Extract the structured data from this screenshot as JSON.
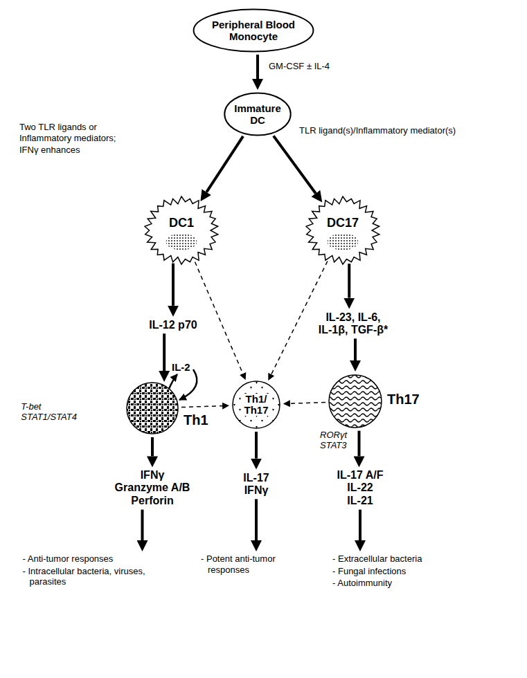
{
  "diagram": {
    "nodes": [
      {
        "text": [
          "Peripheral Blood Monocyte"
        ]
      },
      {
        "text": [
          "Immature DC"
        ]
      },
      {
        "text": [
          "DC1"
        ]
      },
      {
        "text": [
          "DC17"
        ]
      },
      {
        "text": [
          "IL-12 p70"
        ]
      },
      {
        "text": [
          "IL-23, IL-6, IL-1β, TGF-β*"
        ]
      },
      {
        "text": [
          "Th1",
          "T-bet STAT1/STAT4"
        ]
      },
      {
        "text": [
          "Th1/ Th17"
        ]
      },
      {
        "text": [
          "Th17",
          "RORγt STAT3"
        ]
      },
      {
        "text": [
          "IFNγ Granzyme A/B Perforin"
        ]
      },
      {
        "text": [
          "IL-17 IFNγ"
        ]
      },
      {
        "text": [
          "IL-17 A/F IL-22 IL-21"
        ]
      },
      {
        "text": [
          "- Anti-tumor responses",
          "- Intracellular bacteria, viruses, parasites"
        ]
      },
      {
        "text": [
          "- Potent anti-tumor responses"
        ]
      },
      {
        "text": [
          "- Extracellular bacteria",
          "- Fungal infections",
          "- Autoimmunity"
        ]
      }
    ],
    "edges": [
      {
        "from": 0,
        "to": 1,
        "arrow": "to",
        "label": "GM-CSF ± IL-4"
      },
      {
        "from": 1,
        "to": 2,
        "arrow": "to",
        "label": "Two TLR ligands or Inflammatory mediators; IFNγ enhances"
      },
      {
        "from": 1,
        "to": 3,
        "arrow": "to",
        "label": "TLR ligand(s)/Inflammatory mediator(s)"
      },
      {
        "from": 2,
        "to": 4,
        "arrow": "to"
      },
      {
        "from": 3,
        "to": 5,
        "arrow": "to"
      },
      {
        "from": 4,
        "to": 6,
        "arrow": "to"
      },
      {
        "from": 5,
        "to": 8,
        "arrow": "to"
      },
      {
        "from": 2,
        "to": 7,
        "arrow": "to"
      },
      {
        "from": 3,
        "to": 7,
        "arrow": "to"
      },
      {
        "from": 6,
        "to": 7,
        "arrow": "to"
      },
      {
        "from": 8,
        "to": 7,
        "arrow": "to"
      },
      {
        "from": 6,
        "to": 9,
        "arrow": "to"
      },
      {
        "from": 7,
        "to": 10,
        "arrow": "to"
      },
      {
        "from": 8,
        "to": 11,
        "arrow": "to"
      },
      {
        "from": 9,
        "to": 12,
        "arrow": "to"
      },
      {
        "from": 10,
        "to": 13,
        "arrow": "to"
      },
      {
        "from": 11,
        "to": 14,
        "arrow": "to"
      }
    ],
    "labels": [
      "IL-2"
    ]
  }
}
